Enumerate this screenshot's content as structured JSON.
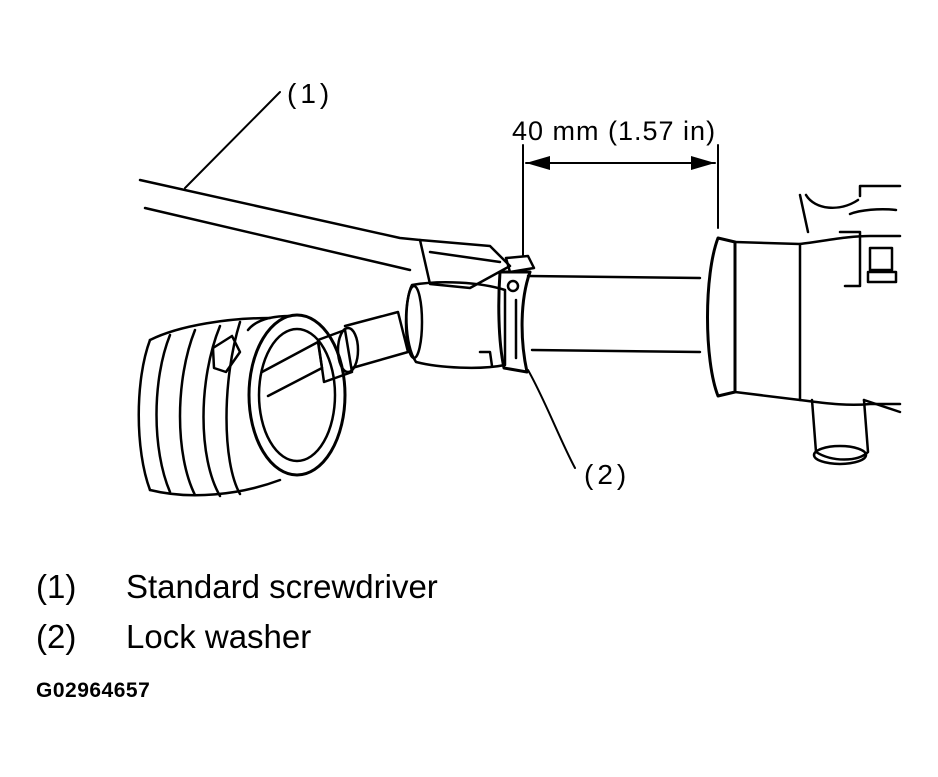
{
  "callouts": {
    "c1": "(1)",
    "c2": "(2)"
  },
  "dimension": {
    "label": "40 mm (1.57 in)"
  },
  "legend": [
    {
      "num": "(1)",
      "label": "Standard screwdriver"
    },
    {
      "num": "(2)",
      "label": "Lock washer"
    }
  ],
  "figure_id": "G02964657"
}
